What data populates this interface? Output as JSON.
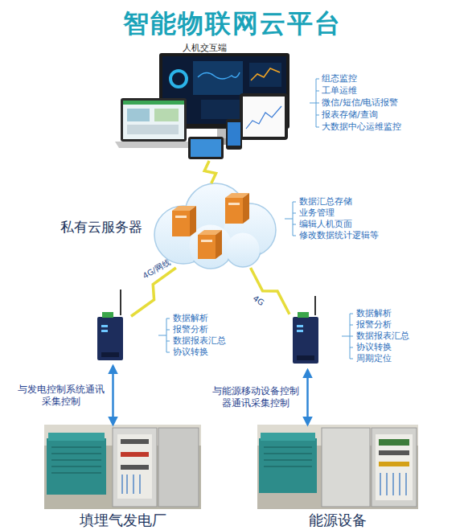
{
  "diagram": {
    "title": "智能物联网云平台",
    "nodes": [
      {
        "text": [
          "人机交互端",
          "组态监控",
          "工单运维",
          "微信/短信/电话报警",
          "报表存储/查询",
          "大数据中心运维监控"
        ]
      },
      {
        "text": [
          "私有云服务器",
          "数据汇总存储",
          "业务管理",
          "编辑人机页面",
          "修改数据统计逻辑等"
        ]
      },
      {
        "text": [
          "数据解析",
          "报警分析",
          "数据报表汇总",
          "协议转换"
        ]
      },
      {
        "text": [
          "数据解析",
          "报警分析",
          "数据报表汇总",
          "协议转换",
          "周期定位"
        ]
      },
      {
        "text": [
          "填埋气发电厂"
        ]
      },
      {
        "text": [
          "能源设备"
        ]
      }
    ],
    "edges": [
      {
        "from": 0,
        "to": 1,
        "arrow": "none"
      },
      {
        "from": 1,
        "to": 2,
        "arrow": "none",
        "label": "4G/网线"
      },
      {
        "from": 1,
        "to": 3,
        "arrow": "none",
        "label": "4G"
      },
      {
        "from": 2,
        "to": 4,
        "arrow": "both",
        "label": "与发电控制系统通讯 采集控制"
      },
      {
        "from": 3,
        "to": 5,
        "arrow": "both",
        "label": "与能源移动设备控制 器通讯采集控制"
      }
    ]
  }
}
